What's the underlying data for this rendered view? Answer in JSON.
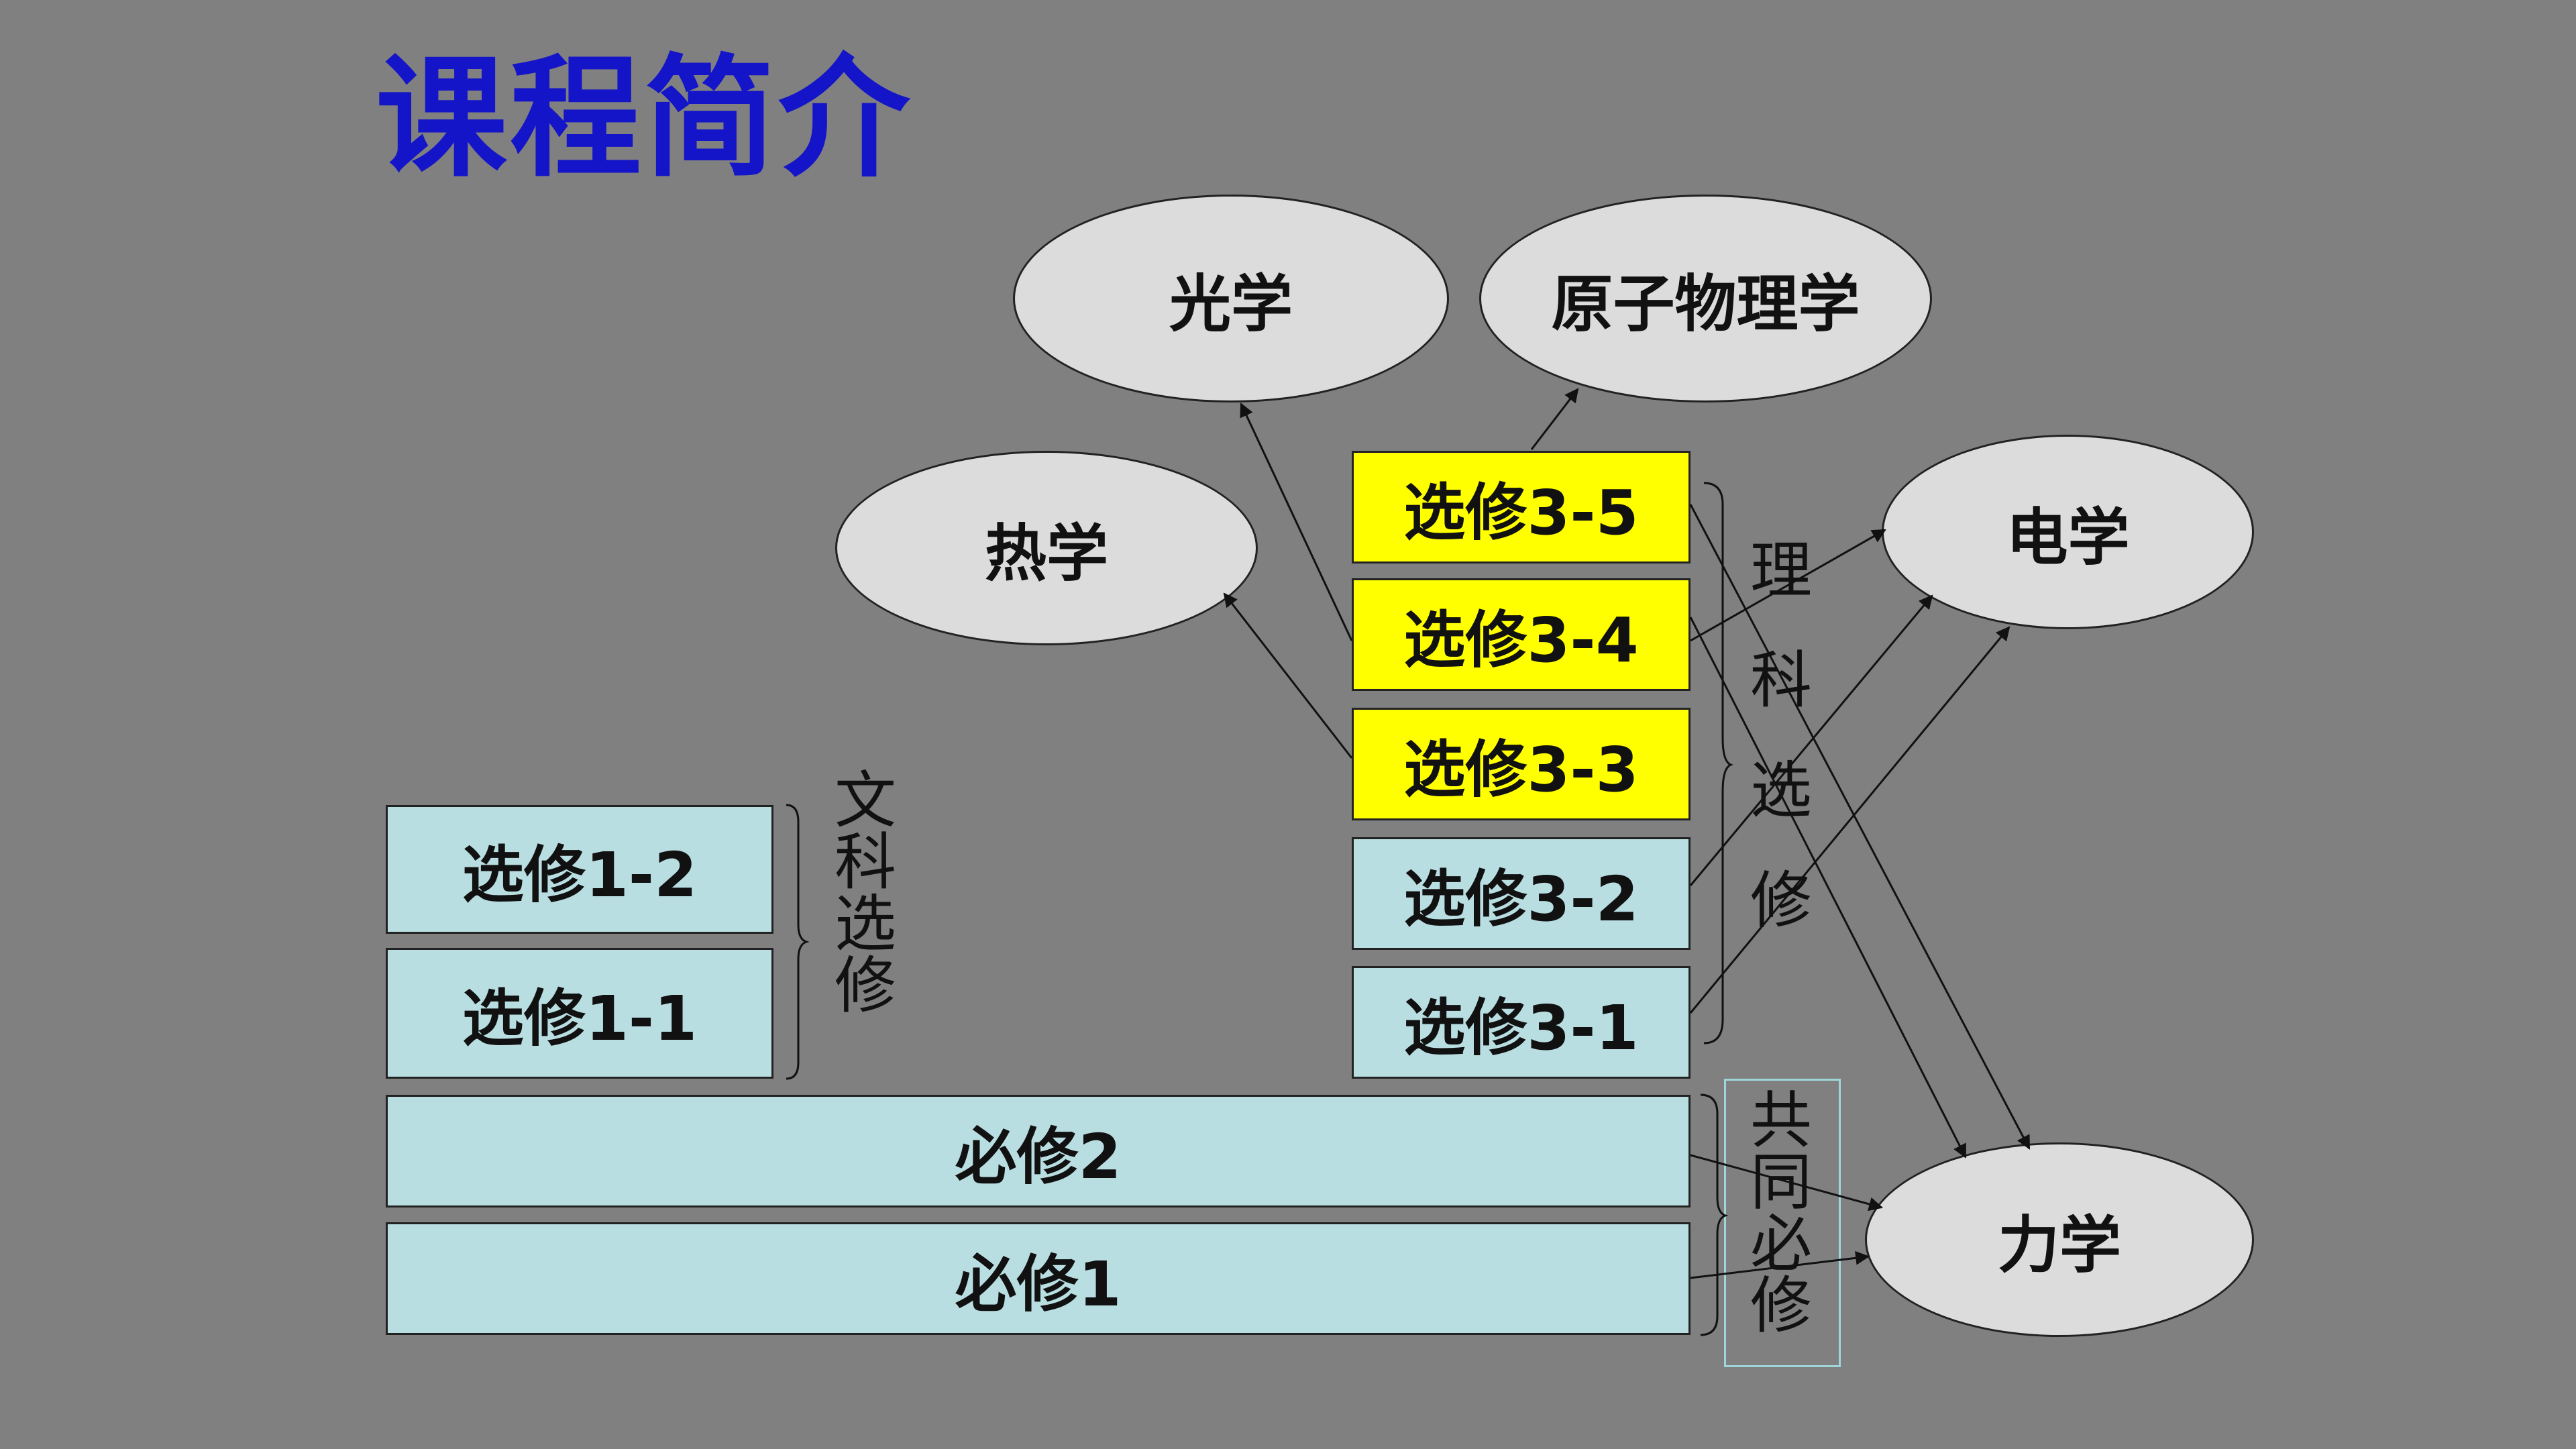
{
  "title": "课程简介",
  "nodes": {
    "optics": "光学",
    "atomic": "原子物理学",
    "thermal": "热学",
    "electricity": "电学",
    "mechanics": "力学"
  },
  "modules": {
    "x35": "选修3-5",
    "x34": "选修3-4",
    "x33": "选修3-3",
    "x32": "选修3-2",
    "x31": "选修3-1",
    "x12": "选修1-2",
    "x11": "选修1-1",
    "b2": "必修2",
    "b1": "必修1"
  },
  "labels": {
    "arts_elective": [
      "文",
      "科",
      "选",
      "修"
    ],
    "science_elective": [
      "理",
      "科",
      "选",
      "修"
    ],
    "common_required": [
      "共",
      "同",
      "必",
      "修"
    ]
  },
  "colors": {
    "background": "#808080",
    "title": "#1414c8",
    "module_fill": "#b9dee2",
    "highlight_fill": "#ffff00",
    "ellipse_fill": "#dcdcdc"
  }
}
